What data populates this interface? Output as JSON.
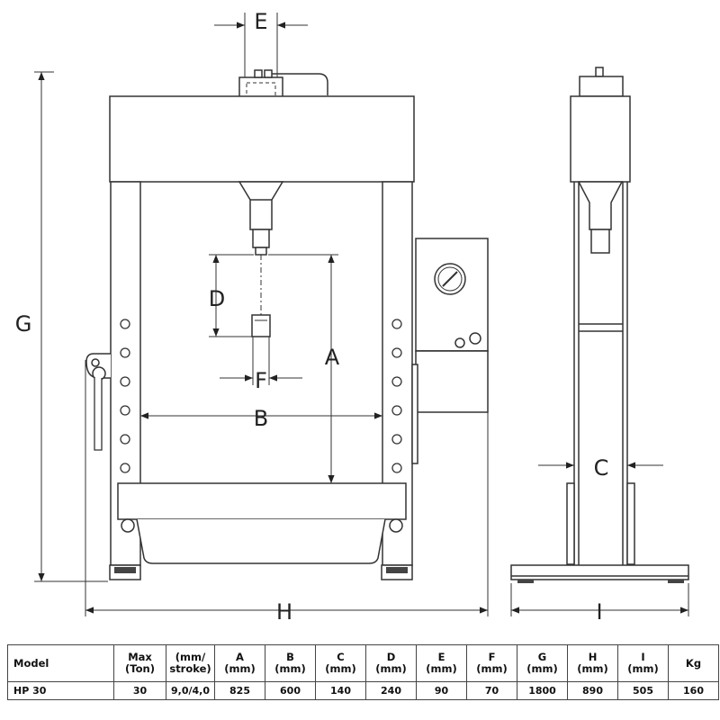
{
  "dimension_labels": {
    "A": "A",
    "B": "B",
    "C": "C",
    "D": "D",
    "E": "E",
    "F": "F",
    "G": "G",
    "H": "H",
    "I": "I"
  },
  "table": {
    "headers": [
      [
        "Model",
        ""
      ],
      [
        "Max",
        "(Ton)"
      ],
      [
        "(mm/",
        "stroke)"
      ],
      [
        "A",
        "(mm)"
      ],
      [
        "B",
        "(mm)"
      ],
      [
        "C",
        "(mm)"
      ],
      [
        "D",
        "(mm)"
      ],
      [
        "E",
        "(mm)"
      ],
      [
        "F",
        "(mm)"
      ],
      [
        "G",
        "(mm)"
      ],
      [
        "H",
        "(mm)"
      ],
      [
        "I",
        "(mm)"
      ],
      [
        "Kg",
        ""
      ]
    ],
    "rows": [
      [
        "HP 30",
        "30",
        "9,0/4,0",
        "825",
        "600",
        "140",
        "240",
        "90",
        "70",
        "1800",
        "890",
        "505",
        "160"
      ]
    ]
  }
}
